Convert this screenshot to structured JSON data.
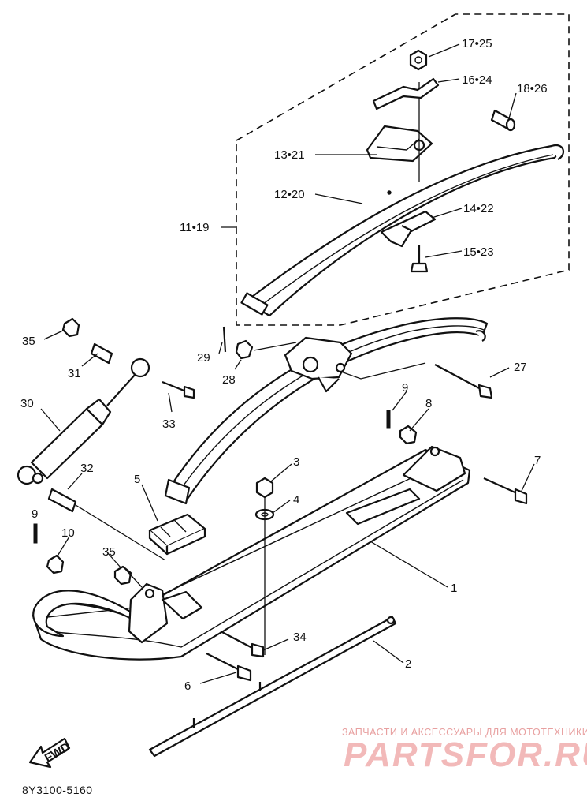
{
  "diagram": {
    "code": "8Y3100-5160",
    "fwd_label": "FWD",
    "labels": {
      "p17_25": "17•25",
      "p16_24": "16•24",
      "p18_26": "18•26",
      "p13_21": "13•21",
      "p12_20": "12•20",
      "p11_19": "11•19",
      "p14_22": "14•22",
      "p15_23": "15•23",
      "p35a": "35",
      "p31": "31",
      "p29": "29",
      "p28": "28",
      "p27": "27",
      "p33": "33",
      "p30": "30",
      "p9a": "9",
      "p8": "8",
      "p3": "3",
      "p32": "32",
      "p7": "7",
      "p5": "5",
      "p4": "4",
      "p9b": "9",
      "p10": "10",
      "p35b": "35",
      "p1": "1",
      "p34": "34",
      "p2": "2",
      "p6": "6"
    }
  },
  "watermark": {
    "tagline": "ЗАПЧАСТИ И АКСЕССУАРЫ ДЛЯ МОТОТЕХНИКИ",
    "brand": "PARTSFOR.RU"
  }
}
